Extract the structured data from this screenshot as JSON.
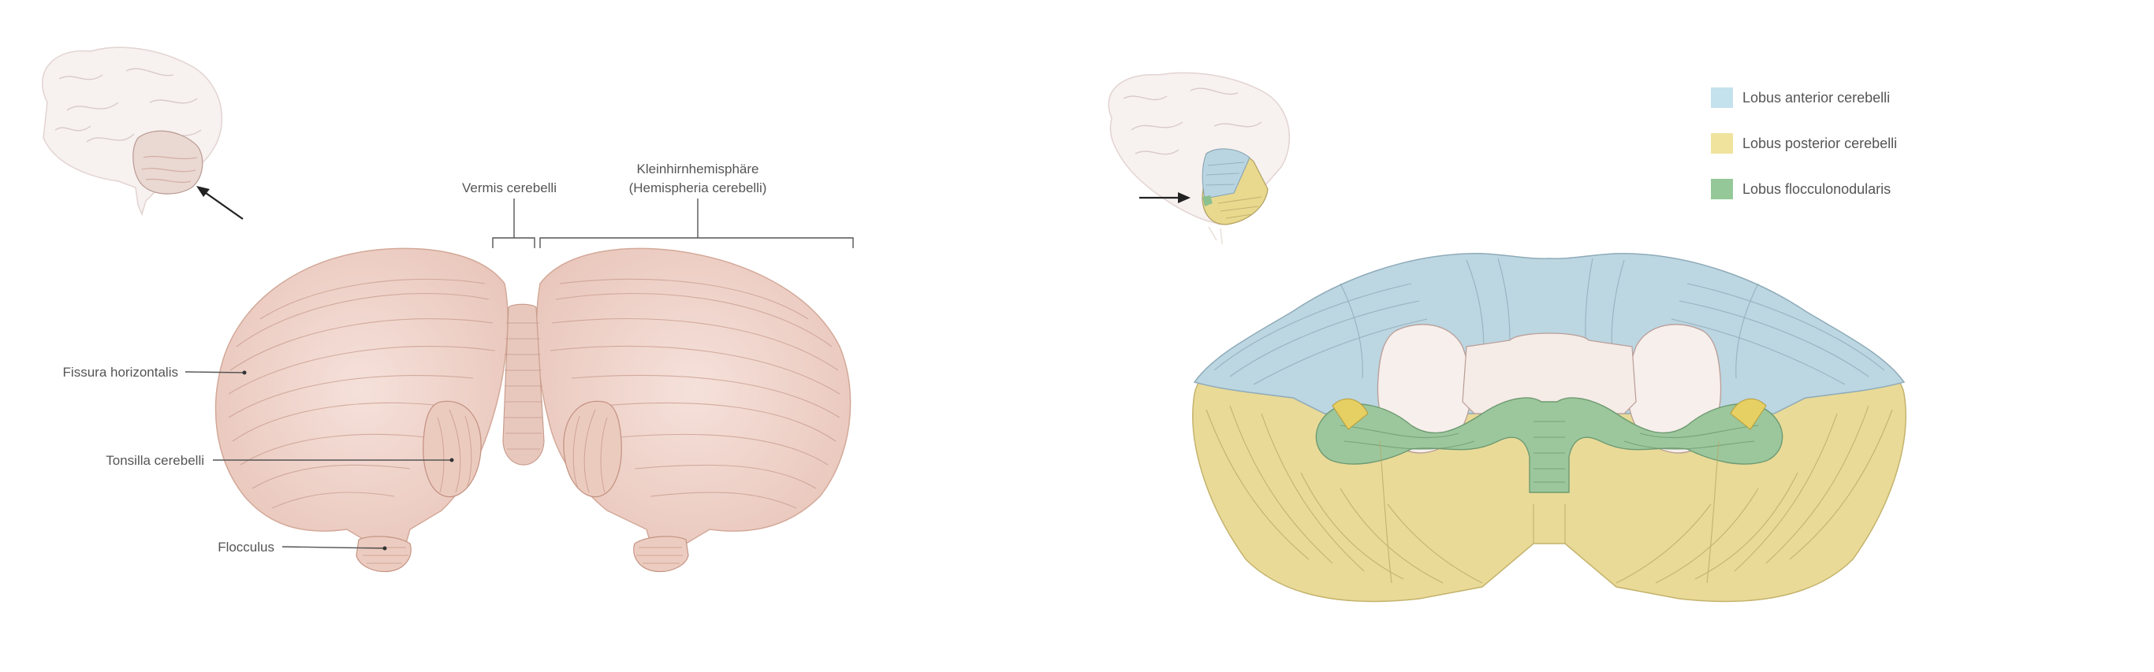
{
  "left_panel": {
    "labels": {
      "vermis": "Vermis cerebelli",
      "hemisphere_line1": "Kleinhirnhemisphäre",
      "hemisphere_line2": "(Hemispheria cerebelli)",
      "fissura": "Fissura horizontalis",
      "tonsilla": "Tonsilla cerebelli",
      "flocculus": "Flocculus"
    }
  },
  "right_panel": {
    "legend": [
      {
        "label": "Lobus anterior cerebelli",
        "color": "#c4e1ee"
      },
      {
        "label": "Lobus posterior cerebelli",
        "color": "#efe39e"
      },
      {
        "label": "Lobus flocculonodularis",
        "color": "#94c898"
      }
    ]
  },
  "colors": {
    "cerebellum_pink": "#f0d6cd",
    "anterior_blue": "#bcd6e2",
    "posterior_yellow": "#e9da98",
    "flocculonodular_green": "#9cc79c",
    "brainstem_cut": "#f7efec"
  }
}
